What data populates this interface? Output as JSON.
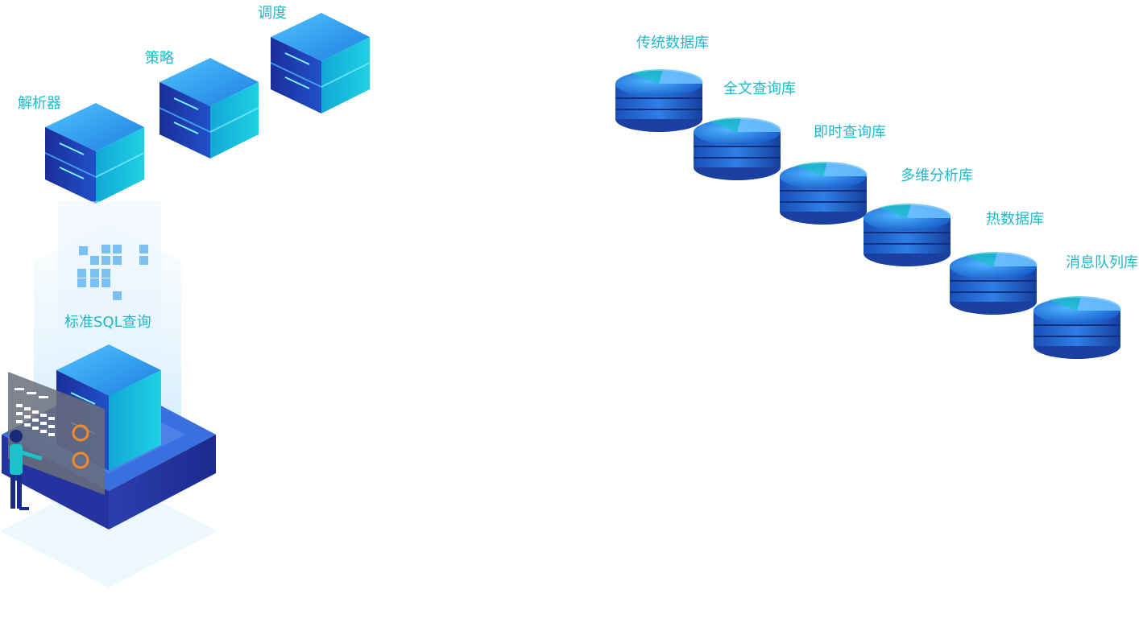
{
  "servers": [
    {
      "label": "解析器"
    },
    {
      "label": "策略"
    },
    {
      "label": "调度"
    }
  ],
  "main_label": "标准SQL查询",
  "databases": [
    {
      "label": "传统数据库"
    },
    {
      "label": "全文查询库"
    },
    {
      "label": "即时查询库"
    },
    {
      "label": "多维分析库"
    },
    {
      "label": "热数据库"
    },
    {
      "label": "消息队列库"
    }
  ],
  "colors": {
    "label": "#1fb8c9",
    "server_top": "#2aa8f0",
    "server_side_dark": "#1a3fb0",
    "server_side_light": "#14c2d9",
    "platform": "#2a3aa8"
  }
}
